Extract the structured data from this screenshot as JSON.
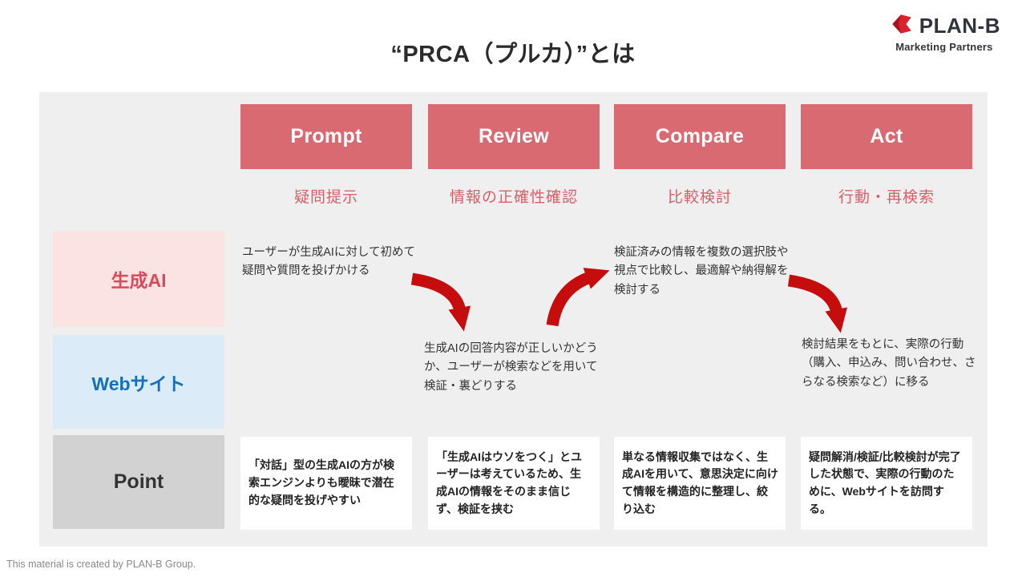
{
  "title": "“PRCA（プルカ）”とは",
  "logo": {
    "name": "PLAN-B",
    "tagline": "Marketing Partners",
    "icon": "plan-b-ribbon-icon",
    "icon_colors": {
      "dark": "#a8121c",
      "bright": "#d8232e"
    }
  },
  "columns": [
    {
      "label": "Prompt",
      "subtitle": "疑問提示"
    },
    {
      "label": "Review",
      "subtitle": "情報の正確性確認"
    },
    {
      "label": "Compare",
      "subtitle": "比較検討"
    },
    {
      "label": "Act",
      "subtitle": "行動・再検索"
    }
  ],
  "rows": [
    {
      "label": "生成AI"
    },
    {
      "label": "Webサイト"
    },
    {
      "label": "Point"
    }
  ],
  "cells": {
    "genai_prompt": "ユーザーが生成AIに対して初めて疑問や質問を投げかける",
    "genai_compare": "検証済みの情報を複数の選択肢や視点で比較し、最適解や納得解を検討する",
    "web_review": "生成AIの回答内容が正しいかどうか、ユーザーが検索などを用いて検証・裏どりする",
    "web_act": "検討結果をもとに、実際の行動（購入、申込み、問い合わせ、さらなる検索など）に移る",
    "point_prompt": "「対話」型の生成AIの方が検索エンジンよりも曖昧で潜在的な疑問を投げやすい",
    "point_review": "「生成AIはウソをつく」とユーザーは考えているため、生成AIの情報をそのまま信じず、検証を挟む",
    "point_compare": "単なる情報収集ではなく、生成AIを用いて、意思決定に向けて情報を構造的に整理し、絞り込む",
    "point_act": "疑問解消/検証/比較検討が完了した状態で、実際の行動のために、Webサイトを訪問する。"
  },
  "colors": {
    "header_red": "#d96a71",
    "subtitle_red": "#d85f6a",
    "genai_bg": "#fbe3e4",
    "genai_text": "#d94a5c",
    "web_bg": "#dcebf8",
    "web_text": "#1470b8",
    "point_bg": "#d2d2d2",
    "arrow_red": "#c50d0d",
    "panel_bg": "#efefef"
  },
  "footer": "This material is created by PLAN-B Group."
}
